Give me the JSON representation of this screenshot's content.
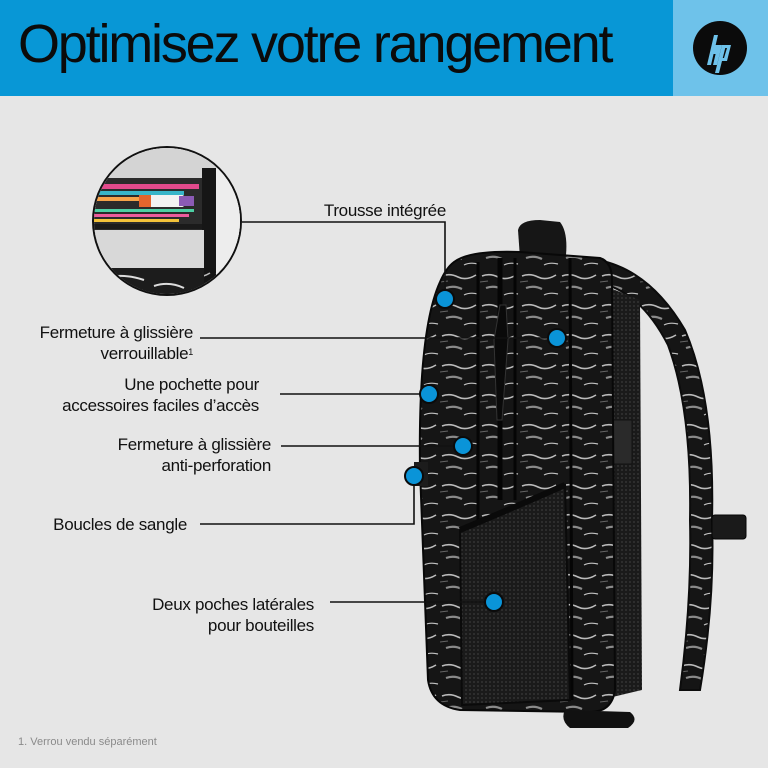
{
  "header": {
    "title": "Optimisez votre rangement",
    "brand": "hp",
    "colors": {
      "bar": "#0897d6",
      "logo_panel": "#6ec2ea",
      "background": "#e6e6e6",
      "marker": "#0a94d8"
    }
  },
  "inset": {
    "subject": "integrated pencil case with pens and pencils"
  },
  "callouts": [
    {
      "id": "trousse",
      "line1": "Trousse intégrée",
      "line2": ""
    },
    {
      "id": "zip-lock",
      "line1": "Fermeture à glissière",
      "line2": "verrouillable",
      "sup": "1"
    },
    {
      "id": "pocket",
      "line1": "Une pochette pour",
      "line2": "accessoires faciles d’accès"
    },
    {
      "id": "zip-anti",
      "line1": "Fermeture à glissière",
      "line2": "anti-perforation"
    },
    {
      "id": "buckles",
      "line1": "Boucles de sangle",
      "line2": ""
    },
    {
      "id": "bottles",
      "line1": "Deux poches latérales",
      "line2": "pour bouteilles"
    }
  ],
  "footnote": "1. Verrou vendu séparément"
}
